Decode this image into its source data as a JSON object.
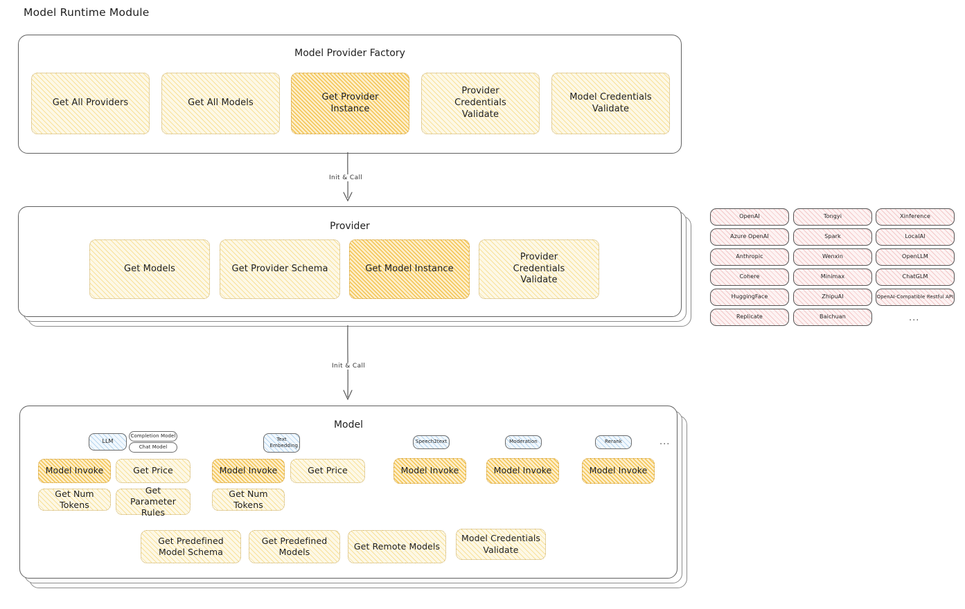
{
  "page": {
    "title": "Model Runtime Module",
    "arrow_label_1": "Init & Call",
    "arrow_label_2": "Init & Call",
    "ellipsis": "..."
  },
  "colors": {
    "cream_fill": "#fdf8e6",
    "cream_stroke": "#c9ab63",
    "amber_fill": "#fdeec9",
    "amber_stroke": "#cf9a30",
    "blue_fill": "#f2f8fd",
    "pink_fill": "#fdf3f3",
    "panel_stroke": "#5f5f5f",
    "text": "#1e1e1e"
  },
  "factory": {
    "title": "Model Provider Factory",
    "items": [
      {
        "label": "Get All Providers",
        "highlight": false
      },
      {
        "label": "Get All Models",
        "highlight": false
      },
      {
        "label": "Get Provider Instance",
        "highlight": true
      },
      {
        "label": "Provider Credentials Validate",
        "highlight": false
      },
      {
        "label": "Model Credentials Validate",
        "highlight": false
      }
    ]
  },
  "provider": {
    "title": "Provider",
    "items": [
      {
        "label": "Get Models",
        "highlight": false
      },
      {
        "label": "Get Provider Schema",
        "highlight": false
      },
      {
        "label": "Get Model Instance",
        "highlight": true
      },
      {
        "label": "Provider Credentials Validate",
        "highlight": false
      }
    ]
  },
  "provider_list": {
    "columns": [
      [
        "OpenAI",
        "Azure OpenAI",
        "Anthropic",
        "Cohere",
        "HuggingFace",
        "Replicate"
      ],
      [
        "Tongyi",
        "Spark",
        "Wenxin",
        "Minimax",
        "ZhipuAI",
        "Baichuan"
      ],
      [
        "Xinference",
        "LocalAI",
        "OpenLLM",
        "ChatGLM",
        "OpenAI-Compatible Restful API"
      ]
    ],
    "more": "..."
  },
  "model": {
    "title": "Model",
    "types": [
      {
        "name": "LLM",
        "subtypes": [
          "Completion Model",
          "Chat Model"
        ],
        "methods_row1": [
          {
            "label": "Model Invoke",
            "highlight": true
          },
          {
            "label": "Get Price",
            "highlight": false
          }
        ],
        "methods_row2": [
          {
            "label": "Get Num Tokens",
            "highlight": false
          },
          {
            "label": "Get Parameter Rules",
            "highlight": false
          }
        ]
      },
      {
        "name": "Text Embedding",
        "subtypes": [],
        "methods_row1": [
          {
            "label": "Model Invoke",
            "highlight": true
          },
          {
            "label": "Get Price",
            "highlight": false
          }
        ],
        "methods_row2": [
          {
            "label": "Get Num Tokens",
            "highlight": false
          }
        ]
      },
      {
        "name": "Speech2text",
        "subtypes": [],
        "methods_row1": [
          {
            "label": "Model Invoke",
            "highlight": true
          }
        ],
        "methods_row2": []
      },
      {
        "name": "Moderation",
        "subtypes": [],
        "methods_row1": [
          {
            "label": "Model Invoke",
            "highlight": true
          }
        ],
        "methods_row2": []
      },
      {
        "name": "Rerank",
        "subtypes": [],
        "methods_row1": [
          {
            "label": "Model Invoke",
            "highlight": true
          }
        ],
        "methods_row2": []
      }
    ],
    "shared_methods": [
      "Get Predefined Model Schema",
      "Get Predefined Models",
      "Get Remote Models",
      "Model Credentials Validate"
    ],
    "more": "..."
  }
}
